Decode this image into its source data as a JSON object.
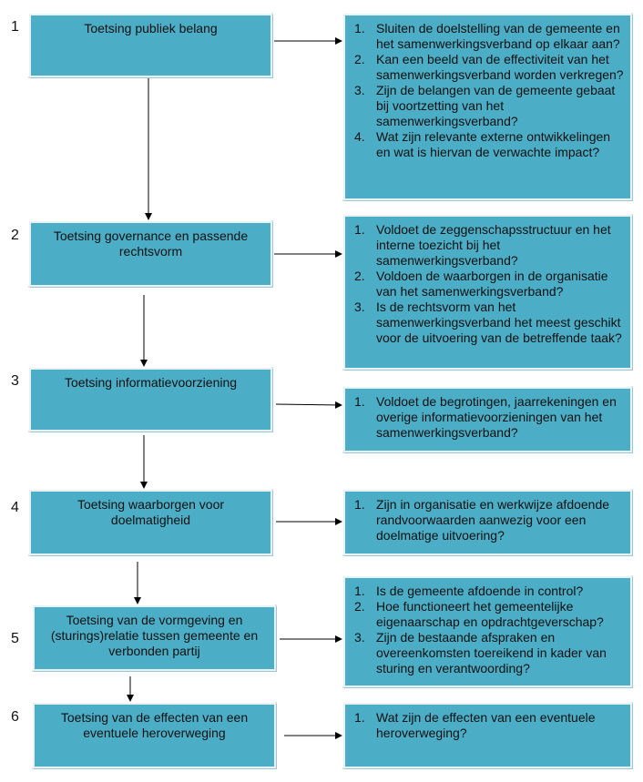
{
  "steps": [
    {
      "number": "1",
      "title": "Toetsing publiek belang",
      "questions": [
        "Sluiten de doelstelling van de gemeente en het samenwerkingsverband op elkaar aan?",
        "Kan een beeld van de effectiviteit van het samenwerkingsverband worden verkregen?",
        "Zijn de belangen van de gemeente gebaat bij voortzetting van het samenwerkingsverband?",
        "Wat zijn relevante externe ontwikkelingen en wat is hiervan de verwachte impact?"
      ]
    },
    {
      "number": "2",
      "title": "Toetsing governance en passende rechtsvorm",
      "questions": [
        "Voldoet de zeggenschapsstructuur en het interne toezicht bij het samenwerkingsverband?",
        "Voldoen de waarborgen in de organisatie van het samenwerkingsverband?",
        "Is de rechtsvorm van het samenwerkingsverband het meest geschikt voor de uitvoering van de betreffende taak?"
      ]
    },
    {
      "number": "3",
      "title": "Toetsing informatievoorziening",
      "questions": [
        "Voldoet de begrotingen, jaarrekeningen en overige informatievoorzieningen van het samenwerkingsverband?"
      ]
    },
    {
      "number": "4",
      "title": "Toetsing waarborgen voor doelmatigheid",
      "questions": [
        "Zijn in organisatie en werkwijze afdoende randvoorwaarden aanwezig voor een doelmatige uitvoering?"
      ]
    },
    {
      "number": "5",
      "title": "Toetsing van de vormgeving en (sturings)relatie tussen gemeente en verbonden partij",
      "questions": [
        "Is de gemeente afdoende in control?",
        "Hoe functioneert het gemeentelijke eigenaarschap en opdrachtgeverschap?",
        "Zijn de bestaande afspraken en overeenkomsten toereikend in kader van sturing en verantwoording?"
      ]
    },
    {
      "number": "6",
      "title": "Toetsing van de effecten van een eventuele heroverweging",
      "questions": [
        "Wat zijn de effecten van een eventuele heroverweging?"
      ]
    }
  ],
  "colors": {
    "box_fill": "#4badc6",
    "line": "#000000"
  }
}
